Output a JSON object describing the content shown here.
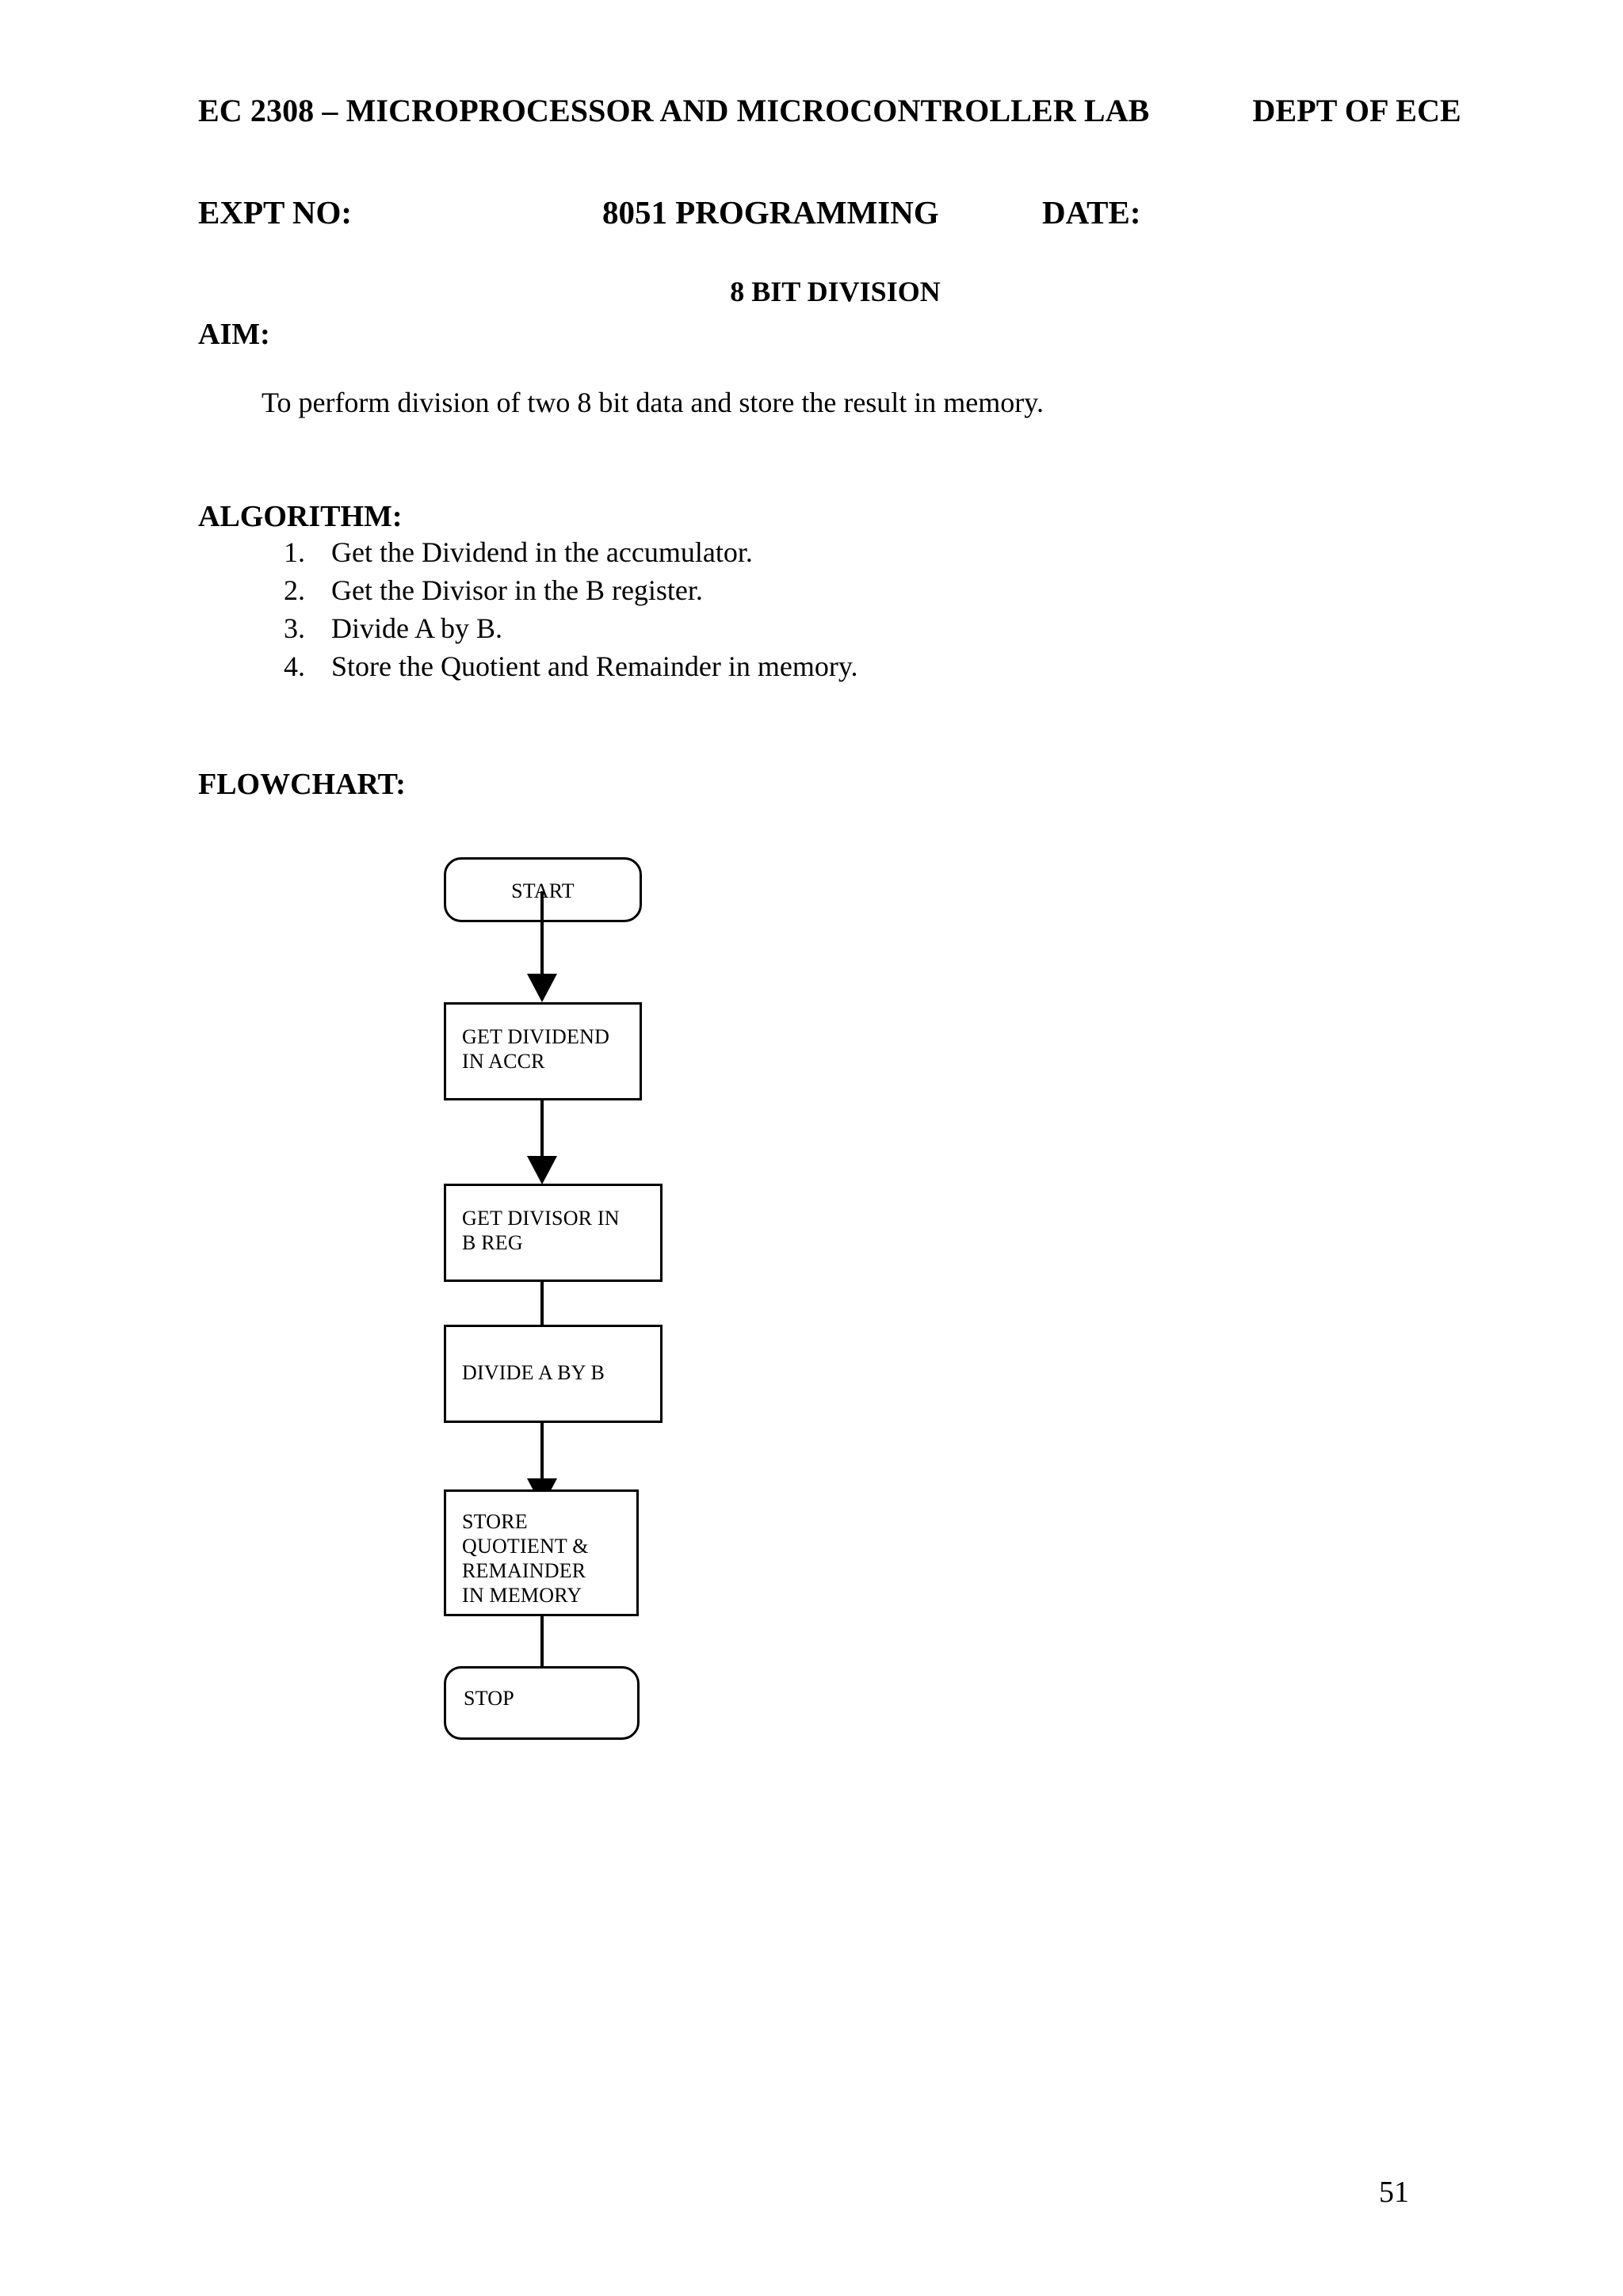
{
  "header": {
    "course": "EC 2308 – MICROPROCESSOR AND MICROCONTROLLER LAB",
    "dept": "DEPT OF ECE"
  },
  "expt_line": {
    "expt_no_label": "EXPT NO:",
    "program_title": "8051   PROGRAMMING",
    "date_label": "DATE:"
  },
  "experiment_title": "8 BIT DIVISION",
  "sections": {
    "aim": {
      "heading": "AIM:",
      "text": "To perform division of two 8 bit data and store the result in memory."
    },
    "algorithm": {
      "heading": "ALGORITHM:",
      "steps": [
        {
          "num": "1.",
          "text": "Get the Dividend in the accumulator."
        },
        {
          "num": "2.",
          "text": "Get the Divisor in the B register."
        },
        {
          "num": "3.",
          "text": "Divide A by B."
        },
        {
          "num": "4.",
          "text": "Store the Quotient and Remainder in memory."
        }
      ]
    },
    "flowchart": {
      "heading": "FLOWCHART:",
      "nodes": [
        {
          "id": "start",
          "shape": "terminator",
          "label": "START"
        },
        {
          "id": "get-dividend",
          "shape": "process",
          "label": "GET DIVIDEND\nIN ACCR"
        },
        {
          "id": "get-divisor",
          "shape": "process",
          "label": "GET DIVISOR IN\nB REG"
        },
        {
          "id": "divide",
          "shape": "process",
          "label": "DIVIDE A BY B"
        },
        {
          "id": "store",
          "shape": "process",
          "label": "STORE\nQUOTIENT &\nREMAINDER\nIN MEMORY"
        },
        {
          "id": "stop",
          "shape": "terminator",
          "label": "STOP"
        }
      ]
    }
  },
  "page_number": "51",
  "colors": {
    "ink": "#000000",
    "paper": "#ffffff"
  }
}
